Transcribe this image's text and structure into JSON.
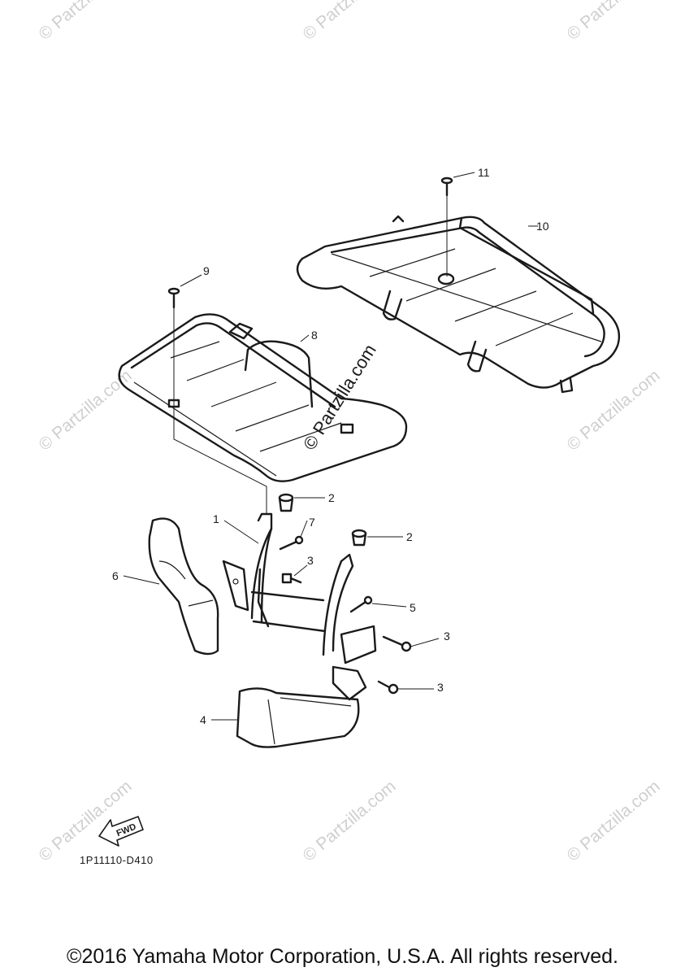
{
  "watermark": "© Partzilla.com",
  "diagram_code": "1P11110-D410",
  "fwd_label": "FWD",
  "copyright": "©2016 Yamaha Motor Corporation, U.S.A. All rights reserved.",
  "callouts": {
    "c1": "1",
    "c2a": "2",
    "c2b": "2",
    "c3a": "3",
    "c3b": "3",
    "c3c": "3",
    "c4": "4",
    "c5": "5",
    "c6": "6",
    "c7": "7",
    "c8": "8",
    "c9": "9",
    "c10": "10",
    "c11": "11"
  }
}
